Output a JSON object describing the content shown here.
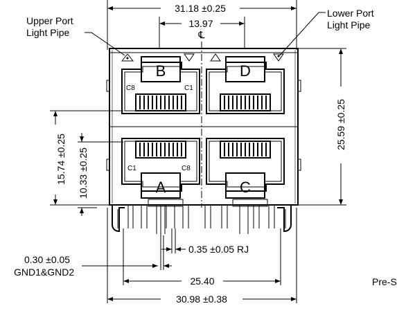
{
  "dimensions": {
    "overall_width": "31.18 ±0.25",
    "port_spacing": "13.97",
    "centerline": "℄",
    "overall_height": "25.59 ±0.25",
    "lower_port_height": "15.74 ±0.25",
    "lower_port_offset": "10.33 ±0.25",
    "rj_pin": "0.35 ±0.05 RJ",
    "gnd_pin": "0.30 ±0.05",
    "pin_span": "25.40",
    "bottom_width": "30.98 ±0.38"
  },
  "labels": {
    "upper_light_pipe_line1": "Upper Port",
    "upper_light_pipe_line2": "Light Pipe",
    "lower_light_pipe_line1": "Lower Port",
    "lower_light_pipe_line2": "Light Pipe",
    "gnd_label": "GND1&GND2",
    "pre_text": "Pre-S"
  },
  "ports": {
    "top_left": "B",
    "top_right": "D",
    "bottom_left": "A",
    "bottom_right": "C"
  },
  "contacts": {
    "c8": "C8",
    "c1": "C1"
  }
}
